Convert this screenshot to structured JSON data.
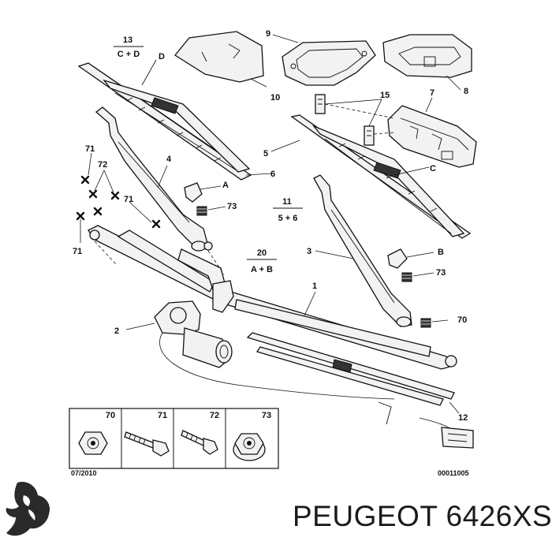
{
  "callouts": {
    "c1": "1",
    "c2": "2",
    "c3": "3",
    "c4": "4",
    "c5": "5",
    "c6": "6",
    "c7": "7",
    "c8": "8",
    "c9": "9",
    "c10": "10",
    "c11": "11",
    "c12": "12",
    "c13": "13",
    "c15": "15",
    "c20": "20",
    "c70": "70",
    "c71a": "71",
    "c71b": "71",
    "c71c": "71",
    "c72": "72",
    "c73a": "73",
    "c73b": "73",
    "cA": "A",
    "cB": "B",
    "cC": "C",
    "cD": "D"
  },
  "fractions": {
    "f13_top": "13",
    "f13_bottom": "C + D",
    "f11_top": "11",
    "f11_bottom": "5 + 6",
    "f20_top": "20",
    "f20_bottom": "A + B"
  },
  "legend": {
    "h70": "70",
    "h71": "71",
    "h72": "72",
    "h73": "73"
  },
  "footer": {
    "date": "07/2010",
    "ref": "00011005"
  },
  "brand": {
    "text": "PEUGEOT 6426XS"
  },
  "icons": [
    "peugeot-lion-logo-icon",
    "nut-icon",
    "screw-icon",
    "bolt-icon",
    "flange-nut-icon"
  ]
}
